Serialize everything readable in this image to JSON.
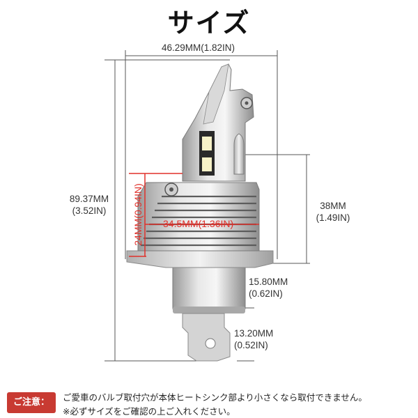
{
  "title": "サイズ",
  "dimensions": {
    "width": "46.29MM(1.82IN)",
    "height_mm": "89.37MM",
    "height_in": "(3.52IN)",
    "heatsink_height_mm": "38MM",
    "heatsink_height_in": "(1.49IN)",
    "base_height_mm": "15.80MM",
    "base_height_in": "(0.62IN)",
    "tab_height_mm": "13.20MM",
    "tab_height_in": "(0.52IN)",
    "fin_height": "24MM(0.94IN)",
    "fin_width": "34.5MM(1.36IN)"
  },
  "notice": {
    "badge": "ご注意：",
    "line1": "ご愛車のバルブ取付穴が本体ヒートシンク部より小さくなら取付できません。",
    "line2": "※必ずサイズをご確認の上ご入れください。"
  },
  "colors": {
    "accent_red": "#e0302a",
    "badge_red": "#c83a32"
  }
}
